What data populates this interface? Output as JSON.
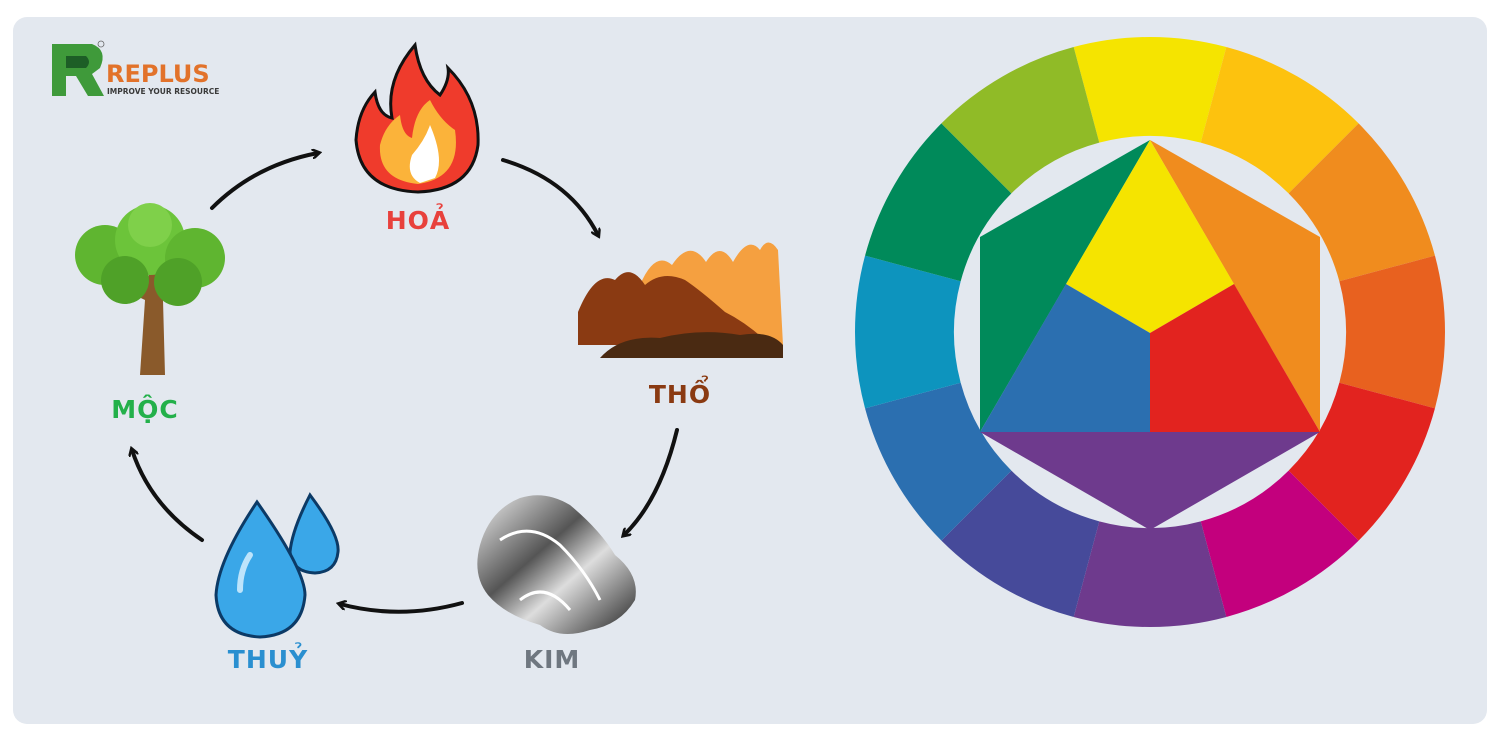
{
  "logo": {
    "brand": "REPLUS",
    "tagline": "IMPROVE YOUR RESOURCE",
    "colors": {
      "green": "#3f9a3a",
      "orange": "#e2722a"
    }
  },
  "cycle": {
    "elements": [
      {
        "id": "fire",
        "label": "HOẢ",
        "color": "#e8413c",
        "icon": "fire-icon"
      },
      {
        "id": "earth",
        "label": "THỔ",
        "color": "#8a3a12",
        "icon": "mountain-icon"
      },
      {
        "id": "metal",
        "label": "KIM",
        "color": "#6f7780",
        "icon": "metal-icon"
      },
      {
        "id": "water",
        "label": "THUỶ",
        "color": "#2a8fd0",
        "icon": "water-drop-icon"
      },
      {
        "id": "wood",
        "label": "MỘC",
        "color": "#23b04a",
        "icon": "tree-icon"
      }
    ]
  },
  "color_wheel": {
    "ring_colors": [
      "#f5e400",
      "#fdc20e",
      "#f08c1e",
      "#e8611f",
      "#e2231f",
      "#c3007d",
      "#6e3a8d",
      "#464a9a",
      "#2b6fb0",
      "#0d94be",
      "#008a5a",
      "#90bb27"
    ],
    "inner": {
      "yellow": "#f5e400",
      "green": "#008a5a",
      "orange": "#f08c1e",
      "blue": "#2b6fb0",
      "red": "#e2231f",
      "purple": "#6e3a8d"
    }
  }
}
